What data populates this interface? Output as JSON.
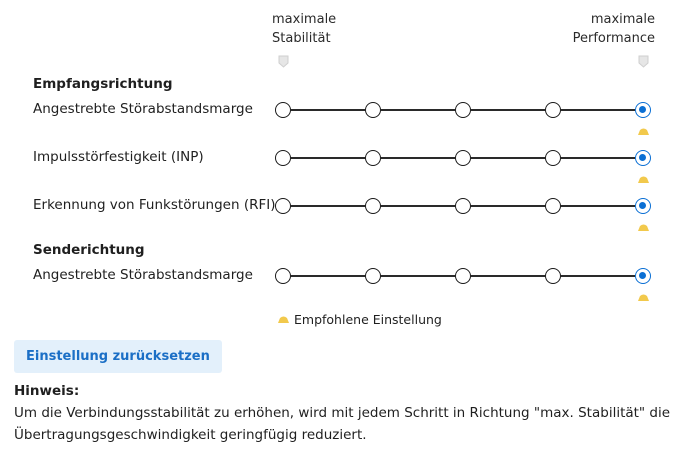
{
  "header": {
    "left_label": "maximale\nStabilität",
    "right_label": "maximale\nPerformance"
  },
  "sections": [
    {
      "title": "Empfangsrichtung",
      "rows": [
        {
          "label": "Angestrebte Störabstandsmarge",
          "selected_step": 5,
          "recommended_step": 5
        },
        {
          "label": "Impulsstörfestigkeit (INP)",
          "selected_step": 5,
          "recommended_step": 5
        },
        {
          "label": "Erkennung von Funkstörungen (RFI)",
          "selected_step": 5,
          "recommended_step": 5
        }
      ]
    },
    {
      "title": "Senderichtung",
      "rows": [
        {
          "label": "Angestrebte Störabstandsmarge",
          "selected_step": 5,
          "recommended_step": 5
        }
      ]
    }
  ],
  "steps": 5,
  "legend": {
    "icon": "recommended-marker-icon",
    "text": "Empfohlene Einstellung"
  },
  "reset_button": "Einstellung zurücksetzen",
  "hint": {
    "title": "Hinweis:",
    "text": "Um die Verbindungsstabilität zu erhöhen, wird mit jedem Schritt in Richtung \"max. Stabilität\" die Übertragungsgeschwindigkeit geringfügig reduziert."
  },
  "colors": {
    "accent": "#0a6fd4",
    "recommended": "#f2c94c",
    "button_bg": "#e3f0fb"
  }
}
